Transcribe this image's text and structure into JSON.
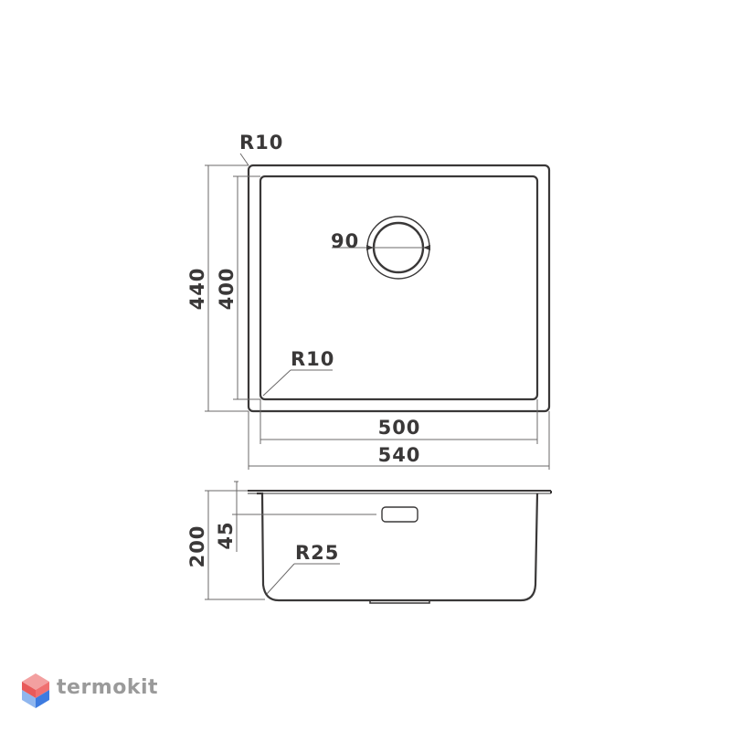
{
  "top_view": {
    "corner_radius_outer": "R10",
    "corner_radius_inner": "R10",
    "drain_diameter": "90",
    "outer_depth": "440",
    "inner_depth": "400",
    "inner_width": "500",
    "outer_width": "540"
  },
  "side_view": {
    "total_height": "200",
    "overflow_height": "45",
    "bottom_radius": "R25"
  },
  "brand": {
    "name": "termokit",
    "logo_colors": [
      "#f08f8f",
      "#e84a4a",
      "#7ea9e6",
      "#3d7be0"
    ]
  }
}
